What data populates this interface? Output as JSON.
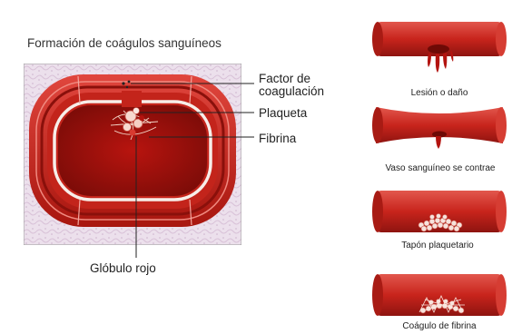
{
  "title": "Formación de coágulos sanguíneos",
  "labels": {
    "factor_line1": "Factor de",
    "factor_line2": "coagulación",
    "plaqueta": "Plaqueta",
    "fibrina": "Fibrina",
    "globulo": "Glóbulo rojo"
  },
  "steps": [
    {
      "caption": "Lesión o daño"
    },
    {
      "caption": "Vaso sanguíneo se contrae"
    },
    {
      "caption": "Tapón plaquetario"
    },
    {
      "caption": "Coágulo de fibrina"
    }
  ],
  "colors": {
    "vessel": "#c8241c",
    "vessel_dark": "#8e1410",
    "vessel_light": "#e2574d",
    "tissue": "#e9d6e6",
    "blood": "#b3130f",
    "platelet": "#f3d1c8"
  }
}
